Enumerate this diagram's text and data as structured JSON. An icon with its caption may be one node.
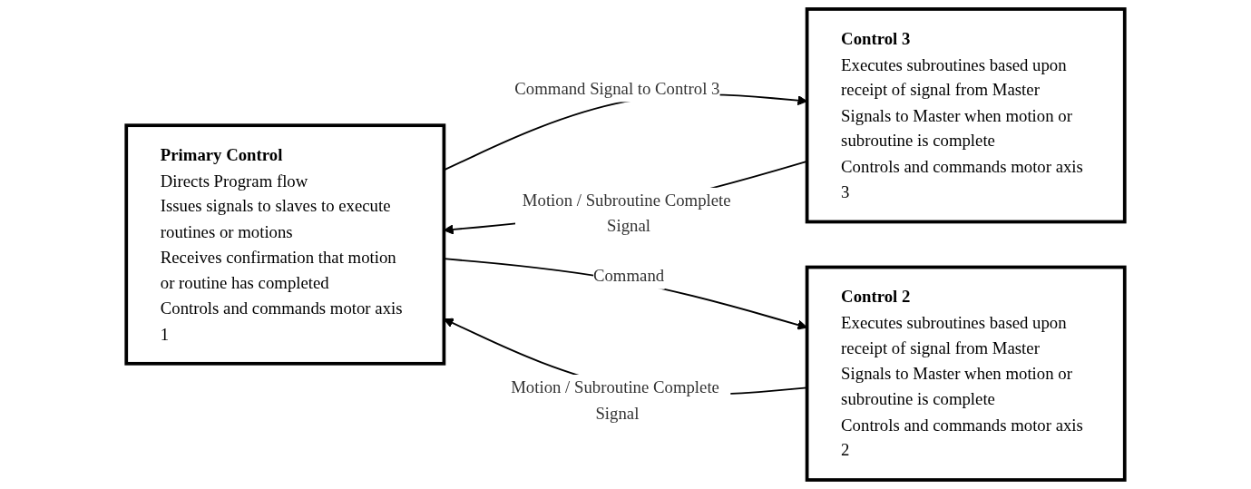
{
  "diagram": {
    "nodes": [
      {
        "text": [
          "Primary Control",
          "Directs Program flow",
          "Issues signals to slaves to execute routines or motions",
          "Receives confirmation that motion or routine has completed",
          "Controls and commands motor axis 1"
        ]
      },
      {
        "text": [
          "Control 2",
          "Executes subroutines based upon receipt of signal from Master",
          "Signals to Master when motion or subroutine is complete",
          "Controls and commands motor axis 2"
        ]
      },
      {
        "text": [
          "Control 3",
          "Executes subroutines based upon receipt of signal from Master",
          "Signals to Master when motion or subroutine is complete",
          "Controls and commands motor axis 3"
        ]
      }
    ],
    "edges": [
      {
        "from": 0,
        "to": 2,
        "arrow": "to",
        "label": "Command Signal to Control 3"
      },
      {
        "from": 2,
        "to": 0,
        "arrow": "to",
        "label": "Motion / Subroutine Complete Signal"
      },
      {
        "from": 0,
        "to": 1,
        "arrow": "to",
        "label": "Command"
      },
      {
        "from": 1,
        "to": 0,
        "arrow": "to",
        "label": "Motion / Subroutine Complete Signal"
      }
    ]
  }
}
